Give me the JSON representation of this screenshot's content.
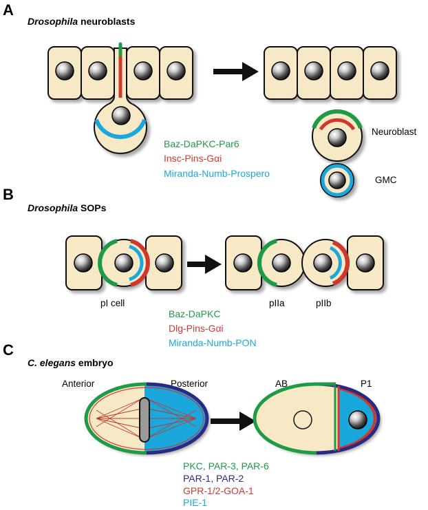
{
  "colors": {
    "cell_fill": "#F7E8C6",
    "green": "#1E9B47",
    "red": "#D2372D",
    "cyan": "#1AA8DC",
    "navy": "#2B2A83",
    "spindle": "#C0392B",
    "nucleus_dark": "#111111"
  },
  "panel_a": {
    "letter": "A",
    "title_italic": "Drosophila",
    "title_rest": " neuroblasts",
    "legend": [
      {
        "text": "Baz-DaPKC-Par6",
        "color": "#1E9B47"
      },
      {
        "text": "Insc-Pins-Gαi",
        "color": "#D2372D"
      },
      {
        "text": "Miranda-Numb-Prospero",
        "color": "#1AA8DC"
      }
    ],
    "labels": {
      "neuroblast": "Neuroblast",
      "gmc": "GMC"
    }
  },
  "panel_b": {
    "letter": "B",
    "title_italic": "Drosophila",
    "title_rest": " SOPs",
    "legend": [
      {
        "text": "Baz-DaPKC",
        "color": "#1E9B47"
      },
      {
        "text": "Dlg-Pins-Gαi",
        "color": "#D2372D"
      },
      {
        "text": "Miranda-Numb-PON",
        "color": "#1AA8DC"
      }
    ],
    "labels": {
      "pi_cell": "pI cell",
      "piia": "pIIa",
      "piib": "pIIb"
    }
  },
  "panel_c": {
    "letter": "C",
    "title_italic": "C. elegans",
    "title_rest": " embryo",
    "labels": {
      "anterior": "Anterior",
      "posterior": "Posterior",
      "ab": "AB",
      "p1": "P1"
    },
    "legend": [
      {
        "parts": [
          {
            "text": "PKC, PAR-3, PAR-6",
            "color": "#1E9B47"
          }
        ]
      },
      {
        "parts": [
          {
            "text": "PAR-1, PAR-2",
            "color": "#2B2A83"
          }
        ]
      },
      {
        "parts": [
          {
            "text": "GPR-1/2-GOA-1",
            "color": "#D2372D"
          }
        ]
      },
      {
        "parts": [
          {
            "text": "PIE-1",
            "color": "#1AA8DC"
          }
        ]
      }
    ]
  }
}
